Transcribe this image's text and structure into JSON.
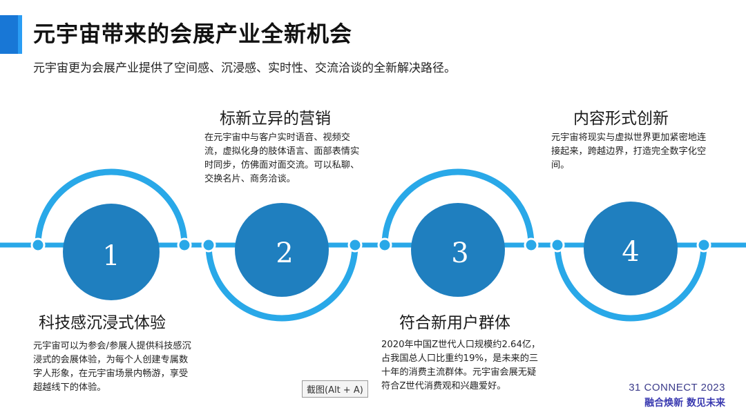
{
  "slide": {
    "title": "元宇宙带来的会展产业全新机会",
    "subtitle": "元宇宙更为会展产业提供了空间感、沉浸感、实时性、交流洽谈的全新解决路径。"
  },
  "steps": [
    {
      "number": "1",
      "heading": "科技感沉浸式体验",
      "text": "元宇宙可以为参会/参展人提供科技感沉浸式的会展体验，为每个人创建专属数字人形象，在元宇宙场景内畅游，享受超越线下的体验。"
    },
    {
      "number": "2",
      "heading": "标新立异的营销",
      "text": "在元宇宙中与客户实时语音、视频交流，虚拟化身的肢体语言、面部表情实时同步，仿佛面对面交流。可以私聊、交换名片、商务洽谈。"
    },
    {
      "number": "3",
      "heading": "符合新用户群体",
      "text": "2020年中国Z世代人口规模约2.64亿，占我国总人口比重约19%，是未来的三十年的消费主流群体。元宇宙会展无疑符合Z世代消费观和兴趣爱好。"
    },
    {
      "number": "4",
      "heading": "内容形式创新",
      "text": "元宇宙将现实与虚拟世界更加紧密地连接起来，跨越边界，打造完全数字化空间。"
    }
  ],
  "tooltip": "截图(Alt + A)",
  "brand": {
    "line1": "31 CONNECT 2023",
    "line2": "融合焕新  数见未来"
  },
  "colors": {
    "accent": "#1877d6",
    "circle": "#1f7fbf",
    "ring": "#29a8e8"
  }
}
